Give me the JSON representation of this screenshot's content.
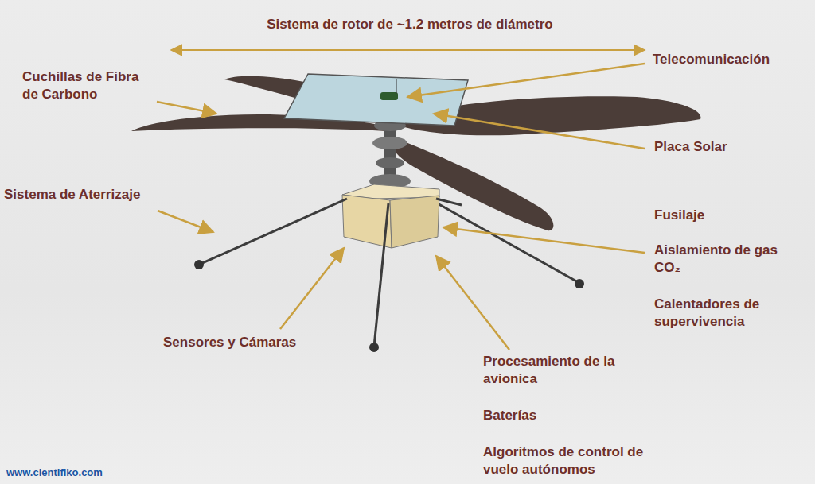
{
  "diagram": {
    "labels": [
      "Sistema de rotor de ~1.2 metros de diámetro",
      "Telecomunicación",
      "Cuchillas de Fibra de Carbono",
      "Placa Solar",
      "Sistema de Aterrizaje",
      "Fusilaje",
      "Aislamiento de gas CO₂",
      "Calentadores de supervivencia",
      "Sensores y Cámaras",
      "Procesamiento de la avionica",
      "Baterías",
      "Algoritmos de control de vuelo autónomos",
      "www.cientifiko.com"
    ]
  }
}
